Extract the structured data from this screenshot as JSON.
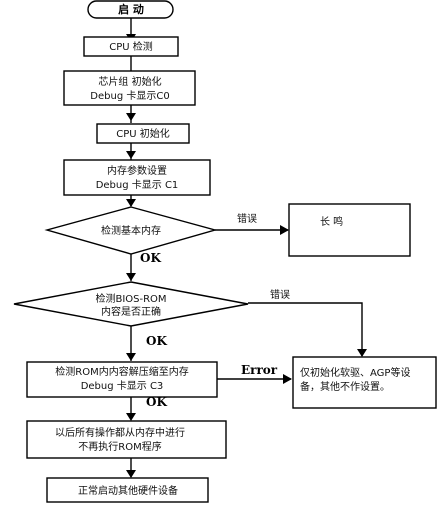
{
  "flowchart": {
    "start": "启 动",
    "cpu_check": "CPU  检测",
    "chipset_init_line1": "芯片组  初始化",
    "chipset_init_line2": "Debug 卡显示C0",
    "cpu_init": "CPU 初始化",
    "memory_params_line1": "内存参数设置",
    "memory_params_line2": "Debug 卡显示 C1",
    "check_base_memory": "检测基本内存",
    "error_label_1": "错误",
    "long_beep": "长 鸣",
    "ok_label_1": "OK",
    "check_bios_line1": "检测BIOS-ROM",
    "check_bios_line2": "内容是否正确",
    "error_label_2": "错误",
    "ok_label_2": "OK",
    "decompress_line1": "检测ROM内内容解压缩至内存",
    "decompress_line2": "Debug 卡显示 C3",
    "error_label_3": "Error",
    "init_only_line1": "仅初始化软驱、AGP等设",
    "init_only_line2": "备，其他不作设置。",
    "ok_label_3": "OK",
    "run_from_memory_line1": "以后所有操作都从内存中进行",
    "run_from_memory_line2": "不再执行ROM程序",
    "start_other_hw": "正常启动其他硬件设备"
  }
}
